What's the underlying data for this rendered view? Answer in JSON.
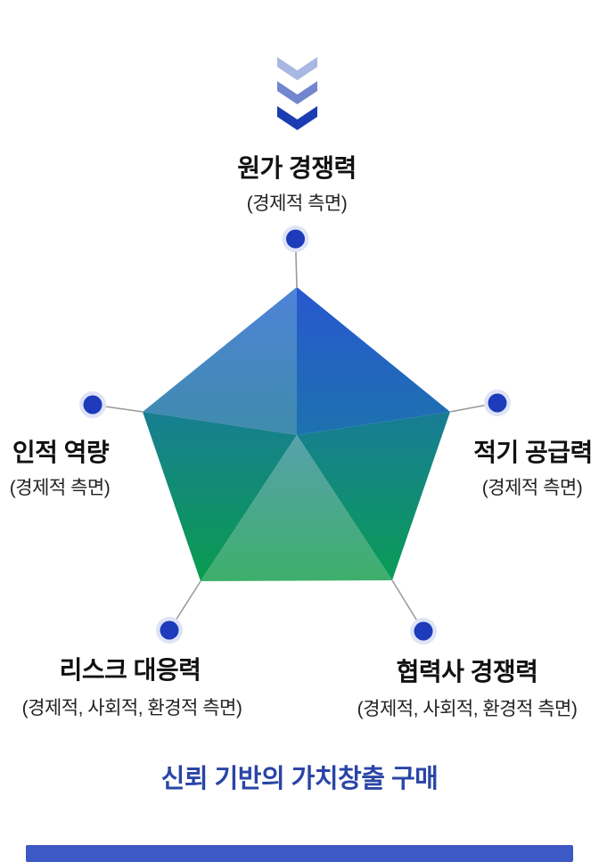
{
  "page": {
    "background": "#ffffff"
  },
  "chevrons": {
    "icon": "triple-chevron-down",
    "colors": [
      "#A9B7E3",
      "#7286CE",
      "#1C3CB3"
    ]
  },
  "nodes": [
    {
      "position": "top",
      "title": "원가 경쟁력",
      "subtitle": "(경제적 측면)"
    },
    {
      "position": "right",
      "title": "적기 공급력",
      "subtitle": "(경제적 측면)"
    },
    {
      "position": "left",
      "title": "인적 역량",
      "subtitle": "(경제적 측면)"
    },
    {
      "position": "bottom-left",
      "title": "리스크 대응력",
      "subtitle": "(경제적, 사회적, 환경적 측면)"
    },
    {
      "position": "bottom-right",
      "title": "협력사 경쟁력",
      "subtitle": "(경제적, 사회적, 환경적 측면)"
    }
  ],
  "pentagon": {
    "facets": {
      "top_left": {
        "from": "#4E83D8",
        "to": "#3E8CA9"
      },
      "top_right": {
        "from": "#2857D0",
        "to": "#1C74AC"
      },
      "left": {
        "from": "#187E92",
        "to": "#0A9C4F"
      },
      "right": {
        "from": "#187C96",
        "to": "#0A9C55"
      },
      "bottom": {
        "from": "#57A1AC",
        "to": "#3EAF6B"
      }
    }
  },
  "marker": {
    "dot_color": "#1D3BBB",
    "halo_color": "#DEE4F6",
    "line_color": "#9B9B9B"
  },
  "caption": {
    "text": "신뢰 기반의 가치창출 구매",
    "color": "#2A45A6"
  },
  "progress_bar": {
    "color": "#3C59C6"
  }
}
